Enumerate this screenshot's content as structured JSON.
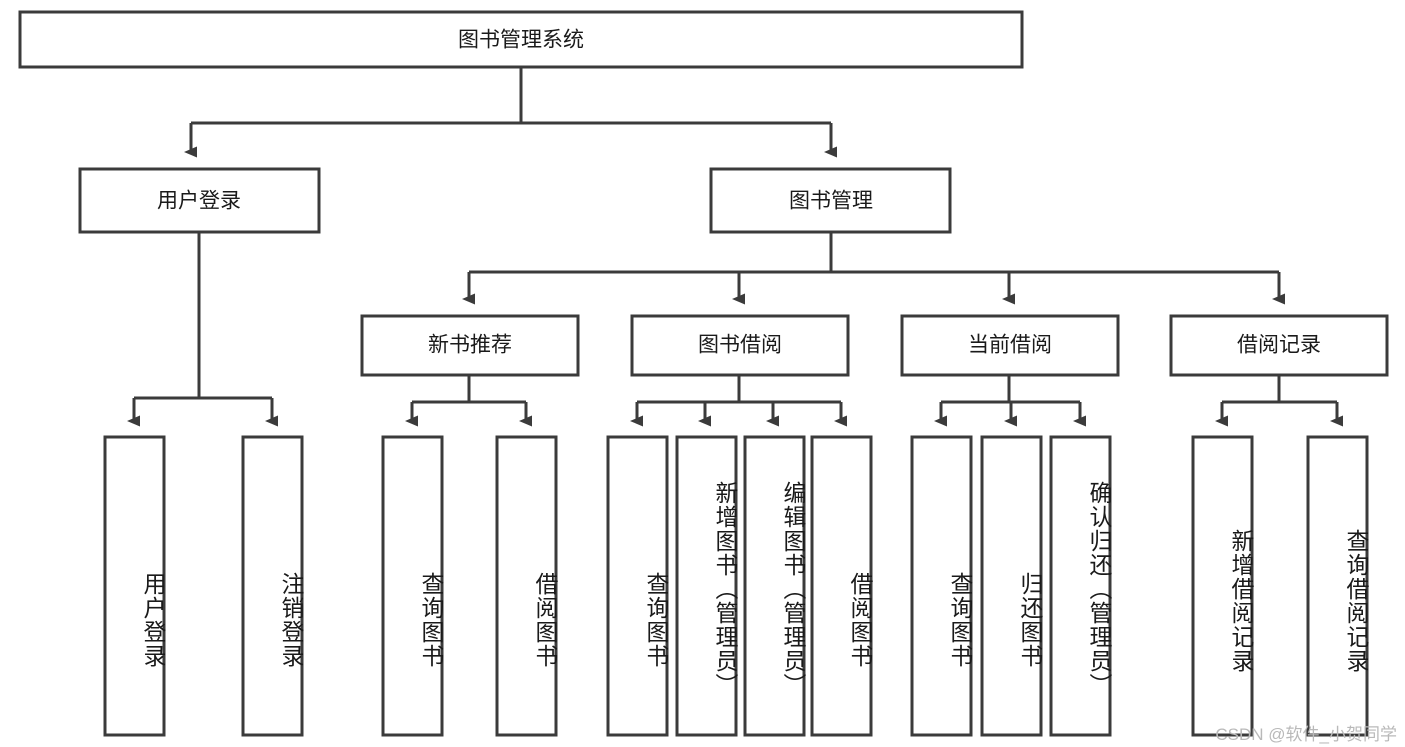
{
  "diagram": {
    "type": "tree-hierarchy",
    "title": "图书管理系统",
    "watermark": "CSDN @软件_小贺同学",
    "colors": {
      "stroke": "#3b3b3b",
      "fill": "#ffffff",
      "text": "#1a1a1a",
      "watermark": "#b9b9b9",
      "background": "#ffffff"
    },
    "levels": {
      "root": {
        "label": "图书管理系统"
      },
      "level2": [
        {
          "label": "用户登录"
        },
        {
          "label": "图书管理"
        }
      ],
      "level3": [
        {
          "label": "新书推荐"
        },
        {
          "label": "图书借阅"
        },
        {
          "label": "当前借阅"
        },
        {
          "label": "借阅记录"
        }
      ],
      "leaves": [
        {
          "label": "用户登录",
          "parent": "用户登录"
        },
        {
          "label": "注销登录",
          "parent": "用户登录"
        },
        {
          "label": "查询图书",
          "parent": "新书推荐"
        },
        {
          "label": "借阅图书",
          "parent": "新书推荐"
        },
        {
          "label": "查询图书",
          "parent": "图书借阅"
        },
        {
          "label": "新增图书（管理员）",
          "parent": "图书借阅"
        },
        {
          "label": "编辑图书（管理员）",
          "parent": "图书借阅"
        },
        {
          "label": "借阅图书",
          "parent": "图书借阅"
        },
        {
          "label": "查询图书",
          "parent": "当前借阅"
        },
        {
          "label": "归还图书",
          "parent": "当前借阅"
        },
        {
          "label": "确认归还（管理员）",
          "parent": "当前借阅"
        },
        {
          "label": "新增借阅记录",
          "parent": "借阅记录"
        },
        {
          "label": "查询借阅记录",
          "parent": "借阅记录"
        }
      ]
    }
  }
}
